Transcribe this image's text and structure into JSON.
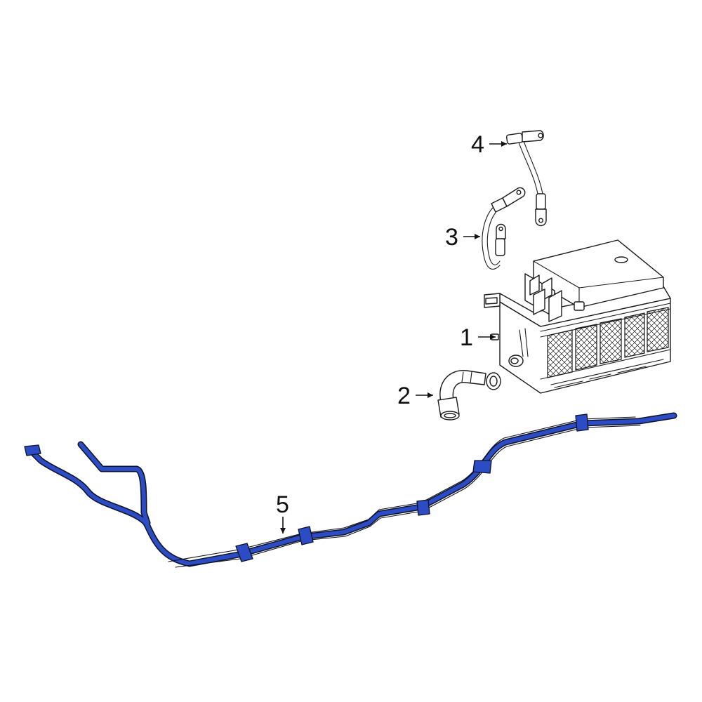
{
  "colors": {
    "highlight": "#2b4cc4",
    "line": "#1a1a1a",
    "background": "#ffffff"
  },
  "callouts": {
    "battery": "1",
    "vent_hose": "2",
    "ground_cable": "3",
    "battery_cable": "4",
    "wiring_harness": "5"
  }
}
